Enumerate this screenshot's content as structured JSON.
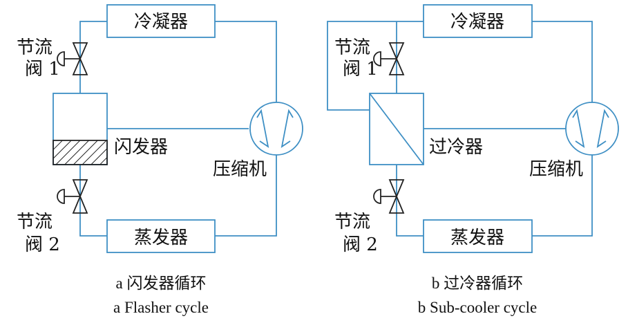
{
  "colors": {
    "pipe": "#3e8fc4",
    "text": "#111111"
  },
  "diagram_a": {
    "condenser": "冷凝器",
    "valve1_line1": "节流",
    "valve1_line2": "阀 1",
    "flasher": "闪发器",
    "compressor": "压缩机",
    "valve2_line1": "节流",
    "valve2_line2": "阀 2",
    "evaporator": "蒸发器",
    "caption_cn": "a 闪发器循环",
    "caption_en": "a Flasher cycle"
  },
  "diagram_b": {
    "condenser": "冷凝器",
    "valve1_line1": "节流",
    "valve1_line2": "阀 1",
    "subcooler": "过冷器",
    "compressor": "压缩机",
    "valve2_line1": "节流",
    "valve2_line2": "阀 2",
    "evaporator": "蒸发器",
    "caption_cn": "b 过冷器循环",
    "caption_en": "b Sub-cooler cycle"
  }
}
